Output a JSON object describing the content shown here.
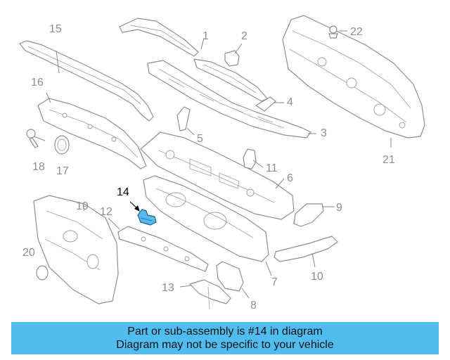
{
  "diagram": {
    "highlight_color": "#5ab8f0",
    "callouts": {
      "c1": "1",
      "c2": "2",
      "c3": "3",
      "c4": "4",
      "c5": "5",
      "c6": "6",
      "c7": "7",
      "c8": "8",
      "c9": "9",
      "c10": "10",
      "c11": "11",
      "c12": "12",
      "c13": "13",
      "c14": "14",
      "c15": "15",
      "c16": "16",
      "c17": "17",
      "c18": "18",
      "c19": "19",
      "c20": "20",
      "c21": "21",
      "c22": "22"
    }
  },
  "footer": {
    "background": "#50bdf0",
    "line1": "Part or sub-assembly is #14 in diagram",
    "line2": "Diagram may not be specific to your vehicle"
  }
}
